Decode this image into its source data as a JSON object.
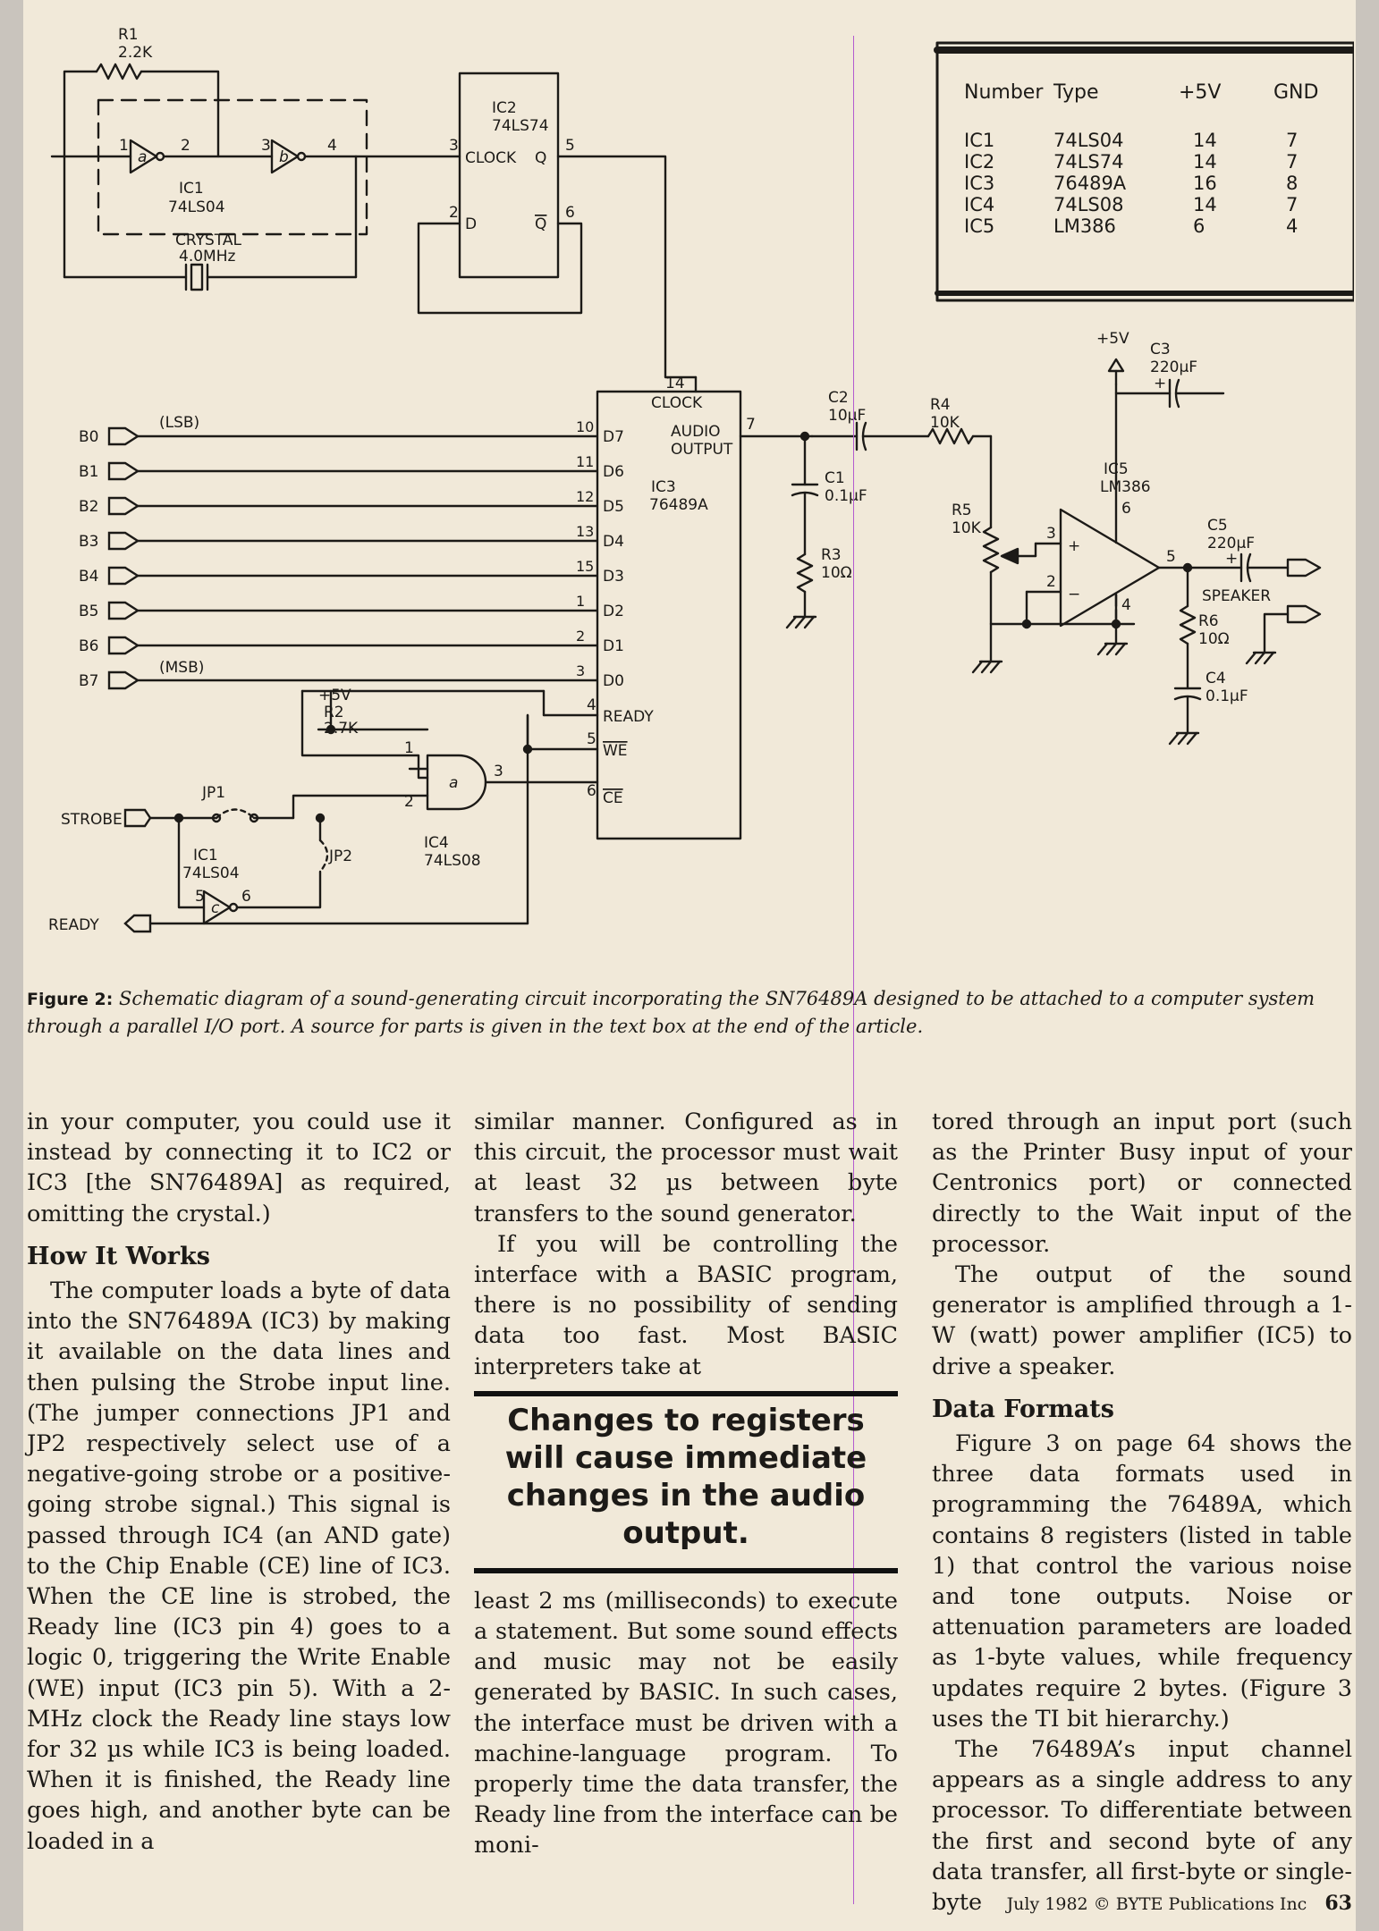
{
  "schematic": {
    "r1_name": "R1",
    "r1_value": "2.2K",
    "ic1_name": "IC1",
    "ic1_type": "74LS04",
    "gate_a": "a",
    "gate_b": "b",
    "pin1": "1",
    "pin2": "2",
    "pin3": "3",
    "pin4": "4",
    "crystal_label": "CRYSTAL",
    "crystal_freq": "4.0MHz",
    "ic2_name": "IC2",
    "ic2_type": "74LS74",
    "ic2_clock": "CLOCK",
    "ic2_q": "Q",
    "ic2_qbar": "Q",
    "ic2_d": "D",
    "ic2_pin3": "3",
    "ic2_pin5": "5",
    "ic2_pin2": "2",
    "ic2_pin6": "6",
    "ic3_name": "IC3",
    "ic3_type": "76489A",
    "ic3_clock": "CLOCK",
    "ic3_audio": "AUDIO",
    "ic3_output": "OUTPUT",
    "ic3_pin14": "14",
    "ic3_pin7": "7",
    "ic3_ready": "READY",
    "ic3_we": "WE",
    "ic3_ce": "CE",
    "ic3_pin4": "4",
    "ic3_pin5": "5",
    "ic3_pin6": "6",
    "lsb": "(LSB)",
    "msb": "(MSB)",
    "data_lines": [
      {
        "bus": "B0",
        "pin": "10",
        "dname": "D7"
      },
      {
        "bus": "B1",
        "pin": "11",
        "dname": "D6"
      },
      {
        "bus": "B2",
        "pin": "12",
        "dname": "D5"
      },
      {
        "bus": "B3",
        "pin": "13",
        "dname": "D4"
      },
      {
        "bus": "B4",
        "pin": "15",
        "dname": "D3"
      },
      {
        "bus": "B5",
        "pin": "1",
        "dname": "D2"
      },
      {
        "bus": "B6",
        "pin": "2",
        "dname": "D1"
      },
      {
        "bus": "B7",
        "pin": "3",
        "dname": "D0"
      }
    ],
    "vcc": "+5V",
    "r2_name": "R2",
    "r2_value": "2.7K",
    "strobe": "STROBE",
    "ready": "READY",
    "jp1": "JP1",
    "jp2": "JP2",
    "ic1c_name": "IC1",
    "ic1c_type": "74LS04",
    "gate_c": "c",
    "ic1c_pin5": "5",
    "ic1c_pin6": "6",
    "ic4_name": "IC4",
    "ic4_type": "74LS08",
    "gate_and": "a",
    "and_pin1": "1",
    "and_pin2": "2",
    "and_pin3": "3",
    "c2_name": "C2",
    "c2_value": "10µF",
    "c1_name": "C1",
    "c1_value": "0.1µF",
    "r3_name": "R3",
    "r3_value": "10Ω",
    "r4_name": "R4",
    "r4_value": "10K",
    "r5_name": "R5",
    "r5_value": "10K",
    "vcc2": "+5V",
    "c3_name": "C3",
    "c3_value": "220µF",
    "ic5_name": "IC5",
    "ic5_type": "LM386",
    "ic5_pin3": "3",
    "ic5_pin2": "2",
    "ic5_pin6": "6",
    "ic5_pin4": "4",
    "ic5_pin5": "5",
    "c5_name": "C5",
    "c5_value": "220µF",
    "r6_name": "R6",
    "r6_value": "10Ω",
    "c4_name": "C4",
    "c4_value": "0.1µF",
    "speaker": "SPEAKER",
    "plus": "+",
    "minus": "−"
  },
  "parts_table": {
    "headers": [
      "Number",
      "Type",
      "+5V",
      "GND"
    ],
    "rows": [
      [
        "IC1",
        "74LS04",
        "14",
        "7"
      ],
      [
        "IC2",
        "74LS74",
        "14",
        "7"
      ],
      [
        "IC3",
        "76489A",
        "16",
        "8"
      ],
      [
        "IC4",
        "74LS08",
        "14",
        "7"
      ],
      [
        "IC5",
        "LM386",
        "6",
        "4"
      ]
    ]
  },
  "caption": {
    "label": "Figure 2:",
    "text": "Schematic diagram of a sound-generating circuit incorporating the SN76489A designed to be attached to a computer system through a parallel I/O port. A source for parts is given in the text box at the end of the article."
  },
  "article": {
    "col1": {
      "p1": "in your computer, you could use it instead by connecting it to IC2 or IC3 [the SN76489A] as required, omitting the crystal.)",
      "heading": "How It Works",
      "p2": "The computer loads a byte of data into the SN76489A (IC3) by making it available on the data lines and then pulsing the Strobe input line. (The jumper connections JP1 and JP2 respectively select use of a negative-going strobe or a positive-going strobe signal.) This signal is passed through IC4 (an AND gate) to the Chip Enable (CE) line of IC3. When the CE line is strobed, the Ready line (IC3 pin 4) goes to a logic 0, triggering the Write Enable (WE) input (IC3 pin 5). With a 2-MHz clock the Ready line stays low for 32 µs while IC3 is being loaded. When it is finished, the Ready line goes high, and another byte can be loaded in a"
    },
    "col2": {
      "p1": "similar manner. Configured as in this circuit, the processor must wait at least 32 µs between byte transfers to the sound generator.",
      "p2": "If you will be controlling the interface with a BASIC program, there is no possibility of sending data too fast. Most BASIC interpreters take at",
      "pullquote": "Changes to registers will cause immediate changes in the audio output.",
      "p3": "least 2 ms (milliseconds) to execute a statement. But some sound effects and music may not be easily generated by BASIC. In such cases, the interface must be driven with a machine-language program. To properly time the data transfer, the Ready line from the interface can be moni-"
    },
    "col3": {
      "p1": "tored through an input port (such as the Printer Busy input of your Centronics port) or connected directly to the Wait input of the processor.",
      "p2": "The output of the sound generator is amplified through a 1-W (watt) power amplifier (IC5) to drive a speaker.",
      "heading": "Data Formats",
      "p3": "Figure 3 on page 64 shows the three data formats used in programming the 76489A, which contains 8 registers (listed in table 1) that control the various noise and tone outputs. Noise or attenuation parameters are loaded as 1-byte values, while frequency updates require 2 bytes. (Figure 3 uses the TI bit hierarchy.)",
      "p4": "The 76489A’s input channel appears as a single address to any processor. To differentiate between the first and second byte of any data transfer, all first-byte or single-byte"
    }
  },
  "footer": {
    "issue": "July 1982 © BYTE Publications Inc",
    "page_number": "63"
  }
}
